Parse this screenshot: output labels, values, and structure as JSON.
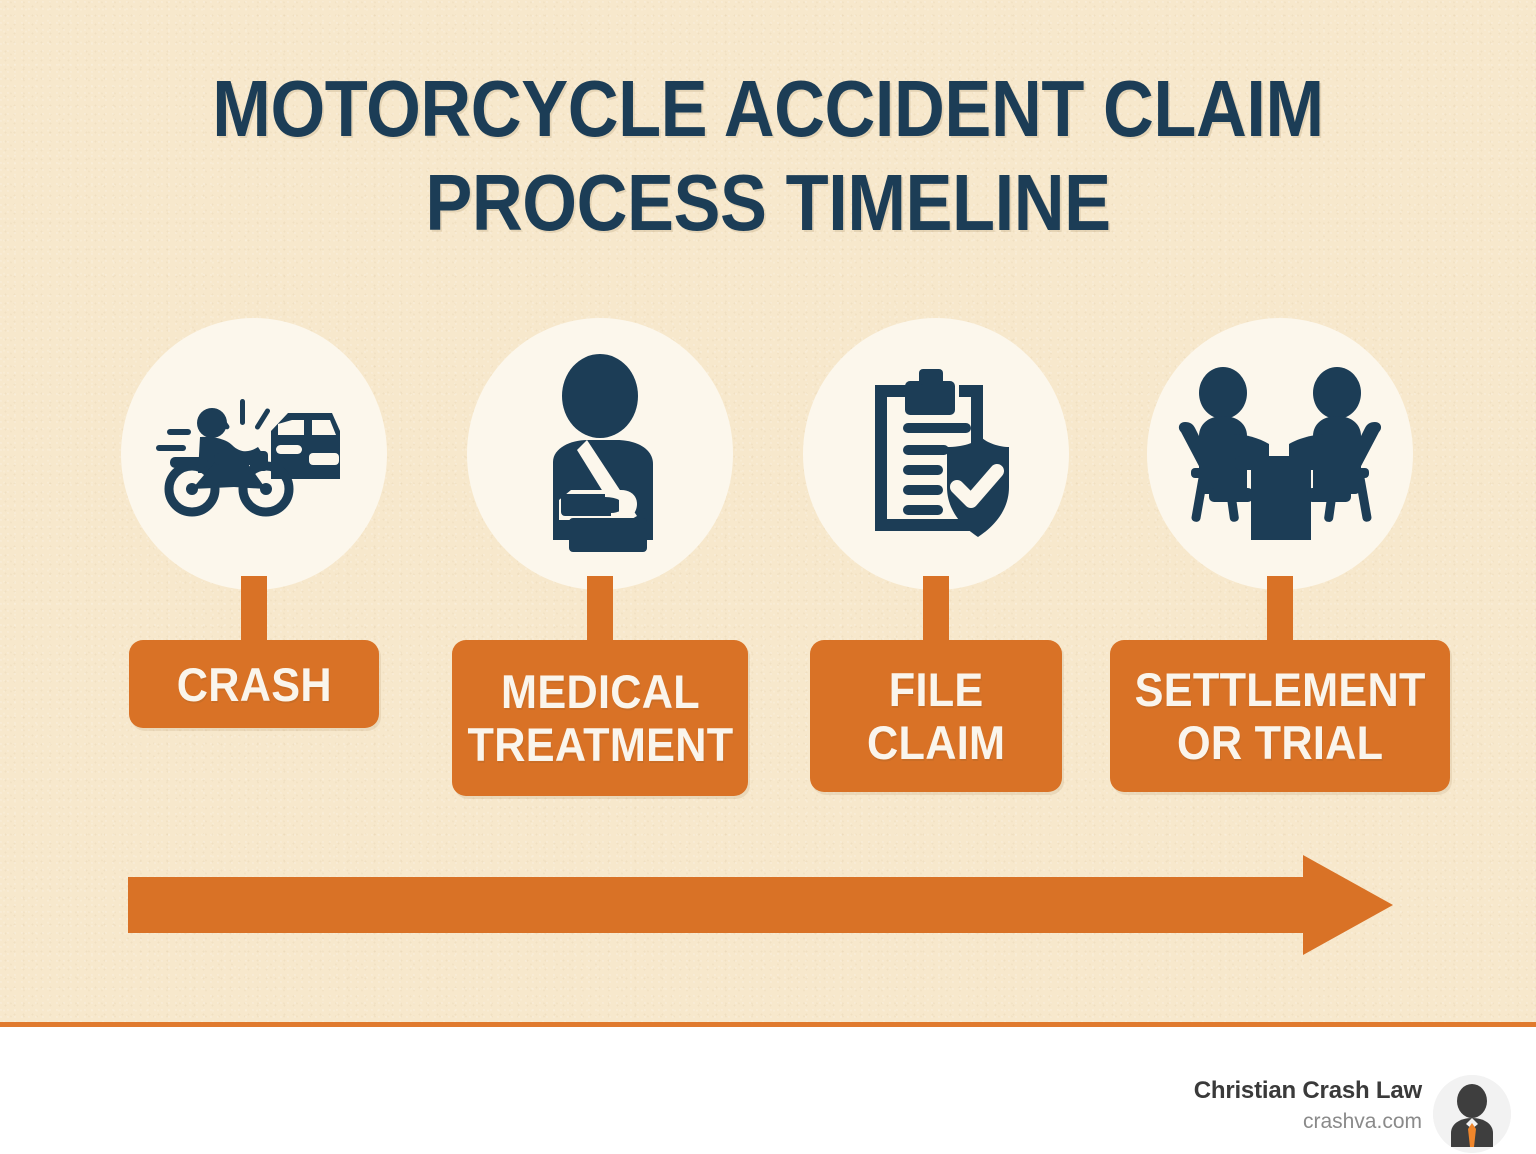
{
  "title": {
    "line1": "MOTORCYCLE ACCIDENT CLAIM",
    "line2": "PROCESS TIMELINE"
  },
  "colors": {
    "background": "#F7E8CC",
    "navy": "#1C3D56",
    "orange": "#D97226",
    "divider_orange": "#E07A2E",
    "circle_cream": "#FCF7EC",
    "label_text": "#FAF5EC",
    "footer_background": "#FFFFFF",
    "brand_name_color": "#3A3A3A",
    "brand_url_color": "#8A8A8A",
    "avatar_silhouette": "#3E3E3E",
    "avatar_tie": "#F0862B"
  },
  "steps": [
    {
      "id": "crash",
      "label": "CRASH",
      "icon": "motorcycle-car-collision-icon"
    },
    {
      "id": "medical-treatment",
      "label": "MEDICAL\nTREATMENT",
      "icon": "person-arm-sling-icon"
    },
    {
      "id": "file-claim",
      "label": "FILE\nCLAIM",
      "icon": "clipboard-shield-check-icon"
    },
    {
      "id": "settlement-or-trial",
      "label": "SETTLEMENT\nOR TRIAL",
      "icon": "two-people-at-table-icon"
    }
  ],
  "timeline_arrow": {
    "direction": "right",
    "icon": "right-arrow-icon"
  },
  "footer": {
    "brand_name": "Christian Crash Law",
    "website": "crashva.com",
    "avatar_icon": "person-in-suit-avatar-icon"
  }
}
